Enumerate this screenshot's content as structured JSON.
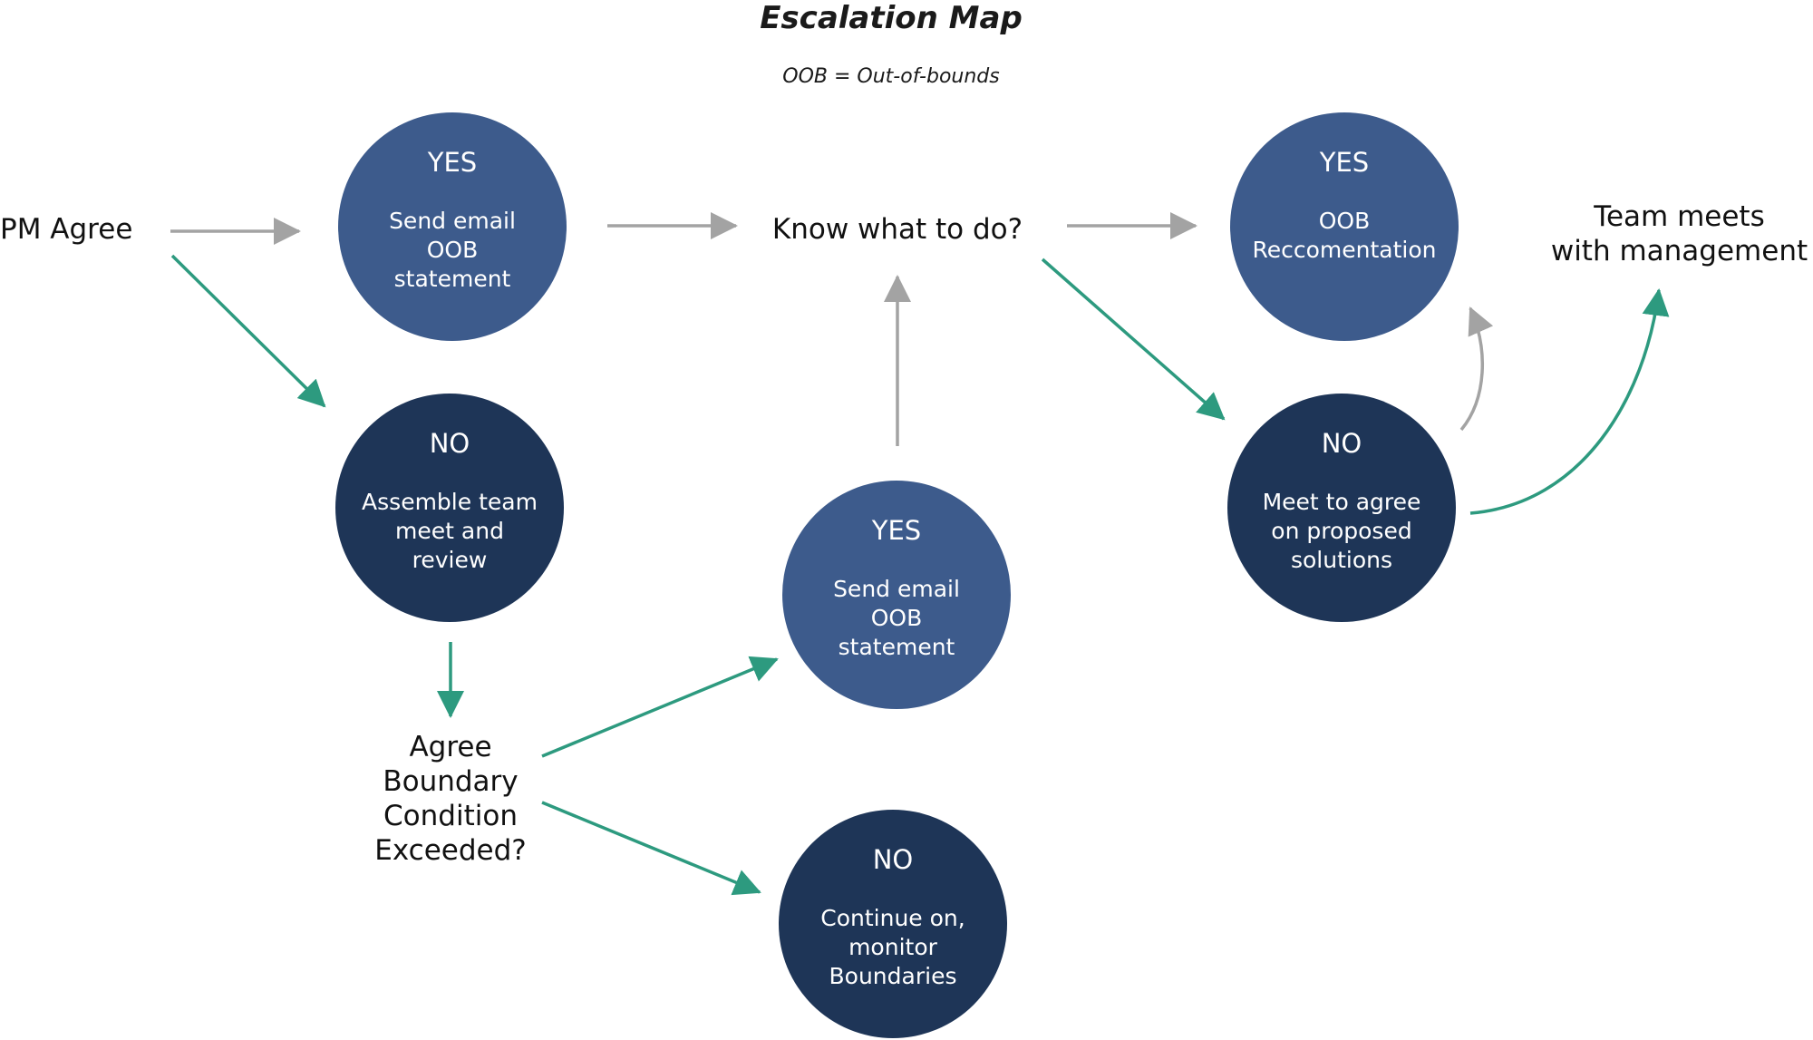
{
  "title": "Escalation Map",
  "subtitle": "OOB = Out-of-bounds",
  "colors": {
    "yes_circle": "#3d5b8c",
    "no_circle": "#1e3557",
    "gray_arrow": "#a3a3a3",
    "green_arrow": "#2d9a7f"
  },
  "labels": {
    "pm_agree": "PM Agree",
    "know_what": "Know what to do?",
    "team_meets": "Team meets\nwith management",
    "agree_boundary": "Agree\nBoundary\nCondition\nExceeded?"
  },
  "nodes": {
    "yes1": {
      "head": "YES",
      "body": "Send email\nOOB\nstatement"
    },
    "no1": {
      "head": "NO",
      "body": "Assemble team\nmeet and\nreview"
    },
    "yes2": {
      "head": "YES",
      "body": "Send email\nOOB\nstatement"
    },
    "no2": {
      "head": "NO",
      "body": "Continue on,\nmonitor\nBoundaries"
    },
    "yes3": {
      "head": "YES",
      "body": "OOB\nReccomentation"
    },
    "no3": {
      "head": "NO",
      "body": "Meet to agree\non proposed\nsolutions"
    }
  }
}
